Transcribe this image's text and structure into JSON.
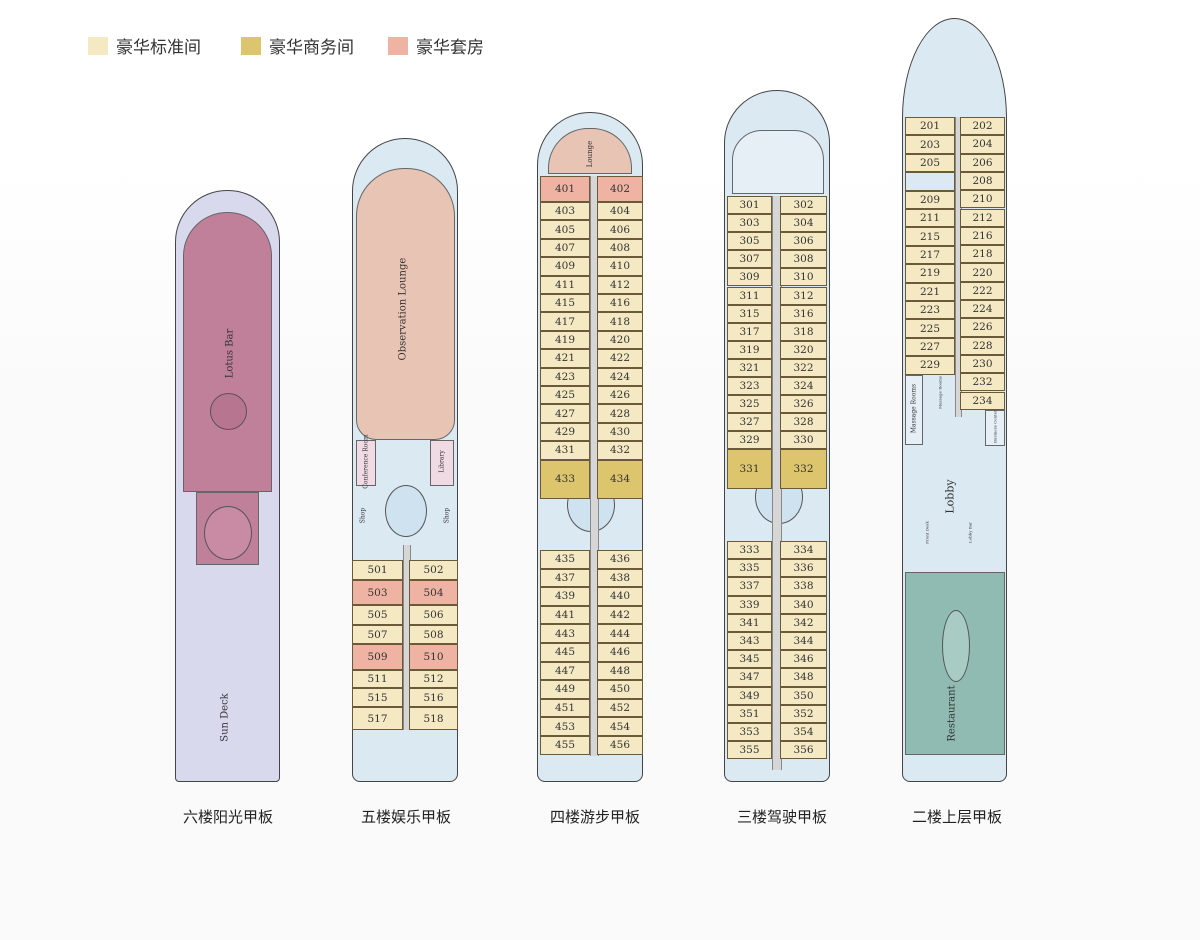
{
  "legend": [
    {
      "label": "豪华标准间",
      "color": "#f5e9c4"
    },
    {
      "label": "豪华商务间",
      "color": "#dcc56c"
    },
    {
      "label": "豪华套房",
      "color": "#efb3a3"
    }
  ],
  "colors": {
    "standard": "#f5e9c4",
    "business": "#dcc56c",
    "suite": "#efb3a3",
    "hull": "#dbe9f3",
    "lotus": "#c0809a",
    "sundeck": "#d8d9ed",
    "lounge": "#e8c4b4",
    "restaurant": "#8fbbb2"
  },
  "decks": [
    {
      "name": "六楼阳光甲板",
      "labels": {
        "bar": "Lotus Bar",
        "deck": "Sun Deck"
      }
    },
    {
      "name": "五楼娱乐甲板",
      "labels": {
        "lounge": "Observation Lounge",
        "conference": "Conference Room",
        "library": "Library",
        "shop1": "Shop",
        "shop2": "Shop"
      },
      "left": [
        [
          "501",
          "s"
        ],
        [
          "503",
          "x"
        ],
        [
          "505",
          "s"
        ],
        [
          "507",
          "s"
        ],
        [
          "509",
          "x"
        ],
        [
          "511",
          "s"
        ],
        [
          "515",
          "s"
        ],
        [
          "517",
          "s"
        ]
      ],
      "right": [
        [
          "502",
          "s"
        ],
        [
          "504",
          "x"
        ],
        [
          "506",
          "s"
        ],
        [
          "508",
          "s"
        ],
        [
          "510",
          "x"
        ],
        [
          "512",
          "s"
        ],
        [
          "516",
          "s"
        ],
        [
          "518",
          "s"
        ]
      ]
    },
    {
      "name": "四楼游步甲板",
      "labels": {
        "lounge": "Lounge"
      },
      "upperLeft": [
        [
          "401",
          "x"
        ],
        [
          "403",
          "s"
        ],
        [
          "405",
          "s"
        ],
        [
          "407",
          "s"
        ],
        [
          "409",
          "s"
        ],
        [
          "411",
          "s"
        ],
        [
          "415",
          "s"
        ],
        [
          "417",
          "s"
        ],
        [
          "419",
          "s"
        ],
        [
          "421",
          "s"
        ],
        [
          "423",
          "s"
        ],
        [
          "425",
          "s"
        ],
        [
          "427",
          "s"
        ],
        [
          "429",
          "s"
        ],
        [
          "431",
          "s"
        ],
        [
          "433",
          "b"
        ]
      ],
      "upperRight": [
        [
          "402",
          "x"
        ],
        [
          "404",
          "s"
        ],
        [
          "406",
          "s"
        ],
        [
          "408",
          "s"
        ],
        [
          "410",
          "s"
        ],
        [
          "412",
          "s"
        ],
        [
          "416",
          "s"
        ],
        [
          "418",
          "s"
        ],
        [
          "420",
          "s"
        ],
        [
          "422",
          "s"
        ],
        [
          "424",
          "s"
        ],
        [
          "426",
          "s"
        ],
        [
          "428",
          "s"
        ],
        [
          "430",
          "s"
        ],
        [
          "432",
          "s"
        ],
        [
          "434",
          "b"
        ]
      ],
      "lowerLeft": [
        "435",
        "437",
        "439",
        "441",
        "443",
        "445",
        "447",
        "449",
        "451",
        "453",
        "455"
      ],
      "lowerRight": [
        "436",
        "438",
        "440",
        "442",
        "444",
        "446",
        "448",
        "450",
        "452",
        "454",
        "456"
      ]
    },
    {
      "name": "三楼驾驶甲板",
      "upperLeft": [
        "301",
        "303",
        "305",
        "307",
        "309",
        "311",
        "315",
        "317",
        "319",
        "321",
        "323",
        "325",
        "327",
        "329",
        "331"
      ],
      "upperRight": [
        "302",
        "304",
        "306",
        "308",
        "310",
        "312",
        "316",
        "318",
        "320",
        "322",
        "324",
        "326",
        "328",
        "330",
        "332"
      ],
      "lowerLeft": [
        "333",
        "335",
        "337",
        "339",
        "341",
        "343",
        "345",
        "347",
        "349",
        "351",
        "353",
        "355"
      ],
      "lowerRight": [
        "334",
        "336",
        "338",
        "340",
        "342",
        "344",
        "346",
        "348",
        "350",
        "352",
        "354",
        "356"
      ]
    },
    {
      "name": "二楼上层甲板",
      "labels": {
        "massage1": "Massage Rooms",
        "massage2": "Massage Rooms",
        "business": "Business Center",
        "lobby": "Lobby",
        "frontdesk": "Front Desk",
        "lobbybar": "Lobby Bar",
        "restaurant": "Restaurant"
      },
      "left": [
        "201",
        "203",
        "205",
        "",
        "209",
        "211",
        "215",
        "217",
        "219",
        "221",
        "223",
        "225",
        "227",
        "229"
      ],
      "right": [
        "202",
        "204",
        "206",
        "208",
        "210",
        "212",
        "216",
        "218",
        "220",
        "222",
        "224",
        "226",
        "228",
        "230",
        "232",
        "234"
      ]
    }
  ]
}
